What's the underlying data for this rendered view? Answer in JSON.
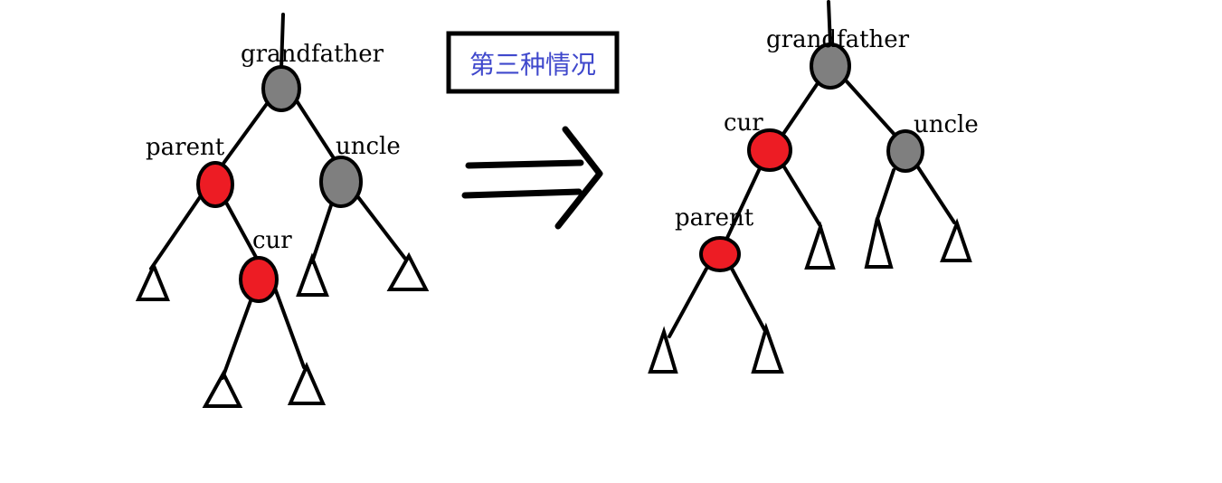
{
  "colors": {
    "red_node": "#ed1c24",
    "black_node": "#7f7f7f",
    "stroke": "#000000",
    "title_text": "#3f48cc",
    "background": "#ffffff"
  },
  "title": {
    "text": "第三种情况"
  },
  "arrow": {
    "icon": "double-arrow-right-icon"
  },
  "before": {
    "labels": {
      "grandfather": "grandfather",
      "parent": "parent",
      "uncle": "uncle",
      "cur": "cur"
    },
    "nodes": {
      "grandfather": {
        "color": "black"
      },
      "parent": {
        "color": "red"
      },
      "uncle": {
        "color": "black"
      },
      "cur": {
        "color": "red"
      }
    }
  },
  "after": {
    "labels": {
      "grandfather": "grandfather",
      "cur": "cur",
      "uncle": "uncle",
      "parent": "parent"
    },
    "nodes": {
      "grandfather": {
        "color": "black"
      },
      "cur": {
        "color": "red"
      },
      "uncle": {
        "color": "black"
      },
      "parent": {
        "color": "red"
      }
    }
  }
}
